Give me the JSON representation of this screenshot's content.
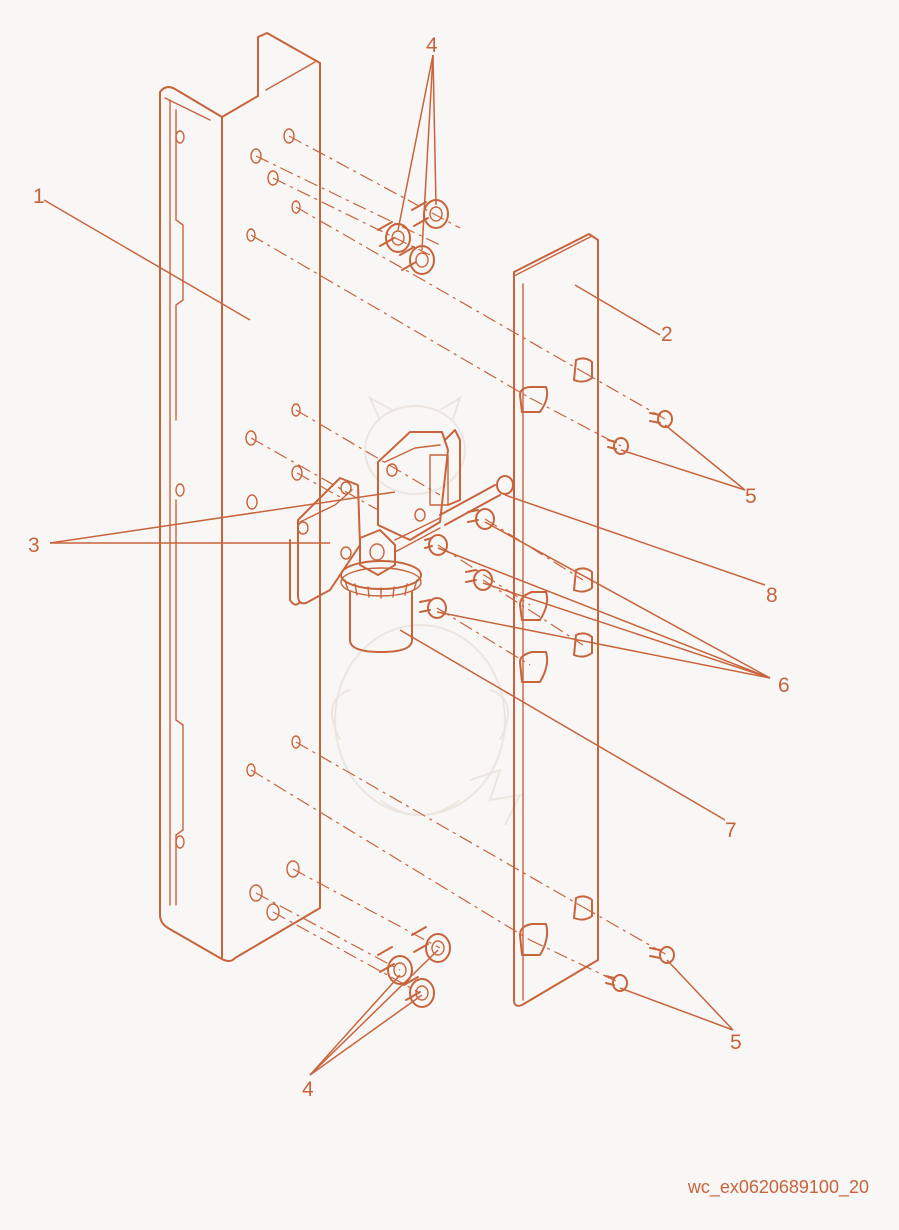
{
  "colors": {
    "line": "#c8643c",
    "background": "#f8f7f6",
    "watermark": "#ede6e0"
  },
  "callouts": {
    "c1": "1",
    "c2": "2",
    "c3": "3",
    "c4_top": "4",
    "c4_bottom": "4",
    "c5_top": "5",
    "c5_bottom": "5",
    "c6": "6",
    "c7": "7",
    "c8": "8"
  },
  "reference_code": "wc_ex0620689100_20"
}
